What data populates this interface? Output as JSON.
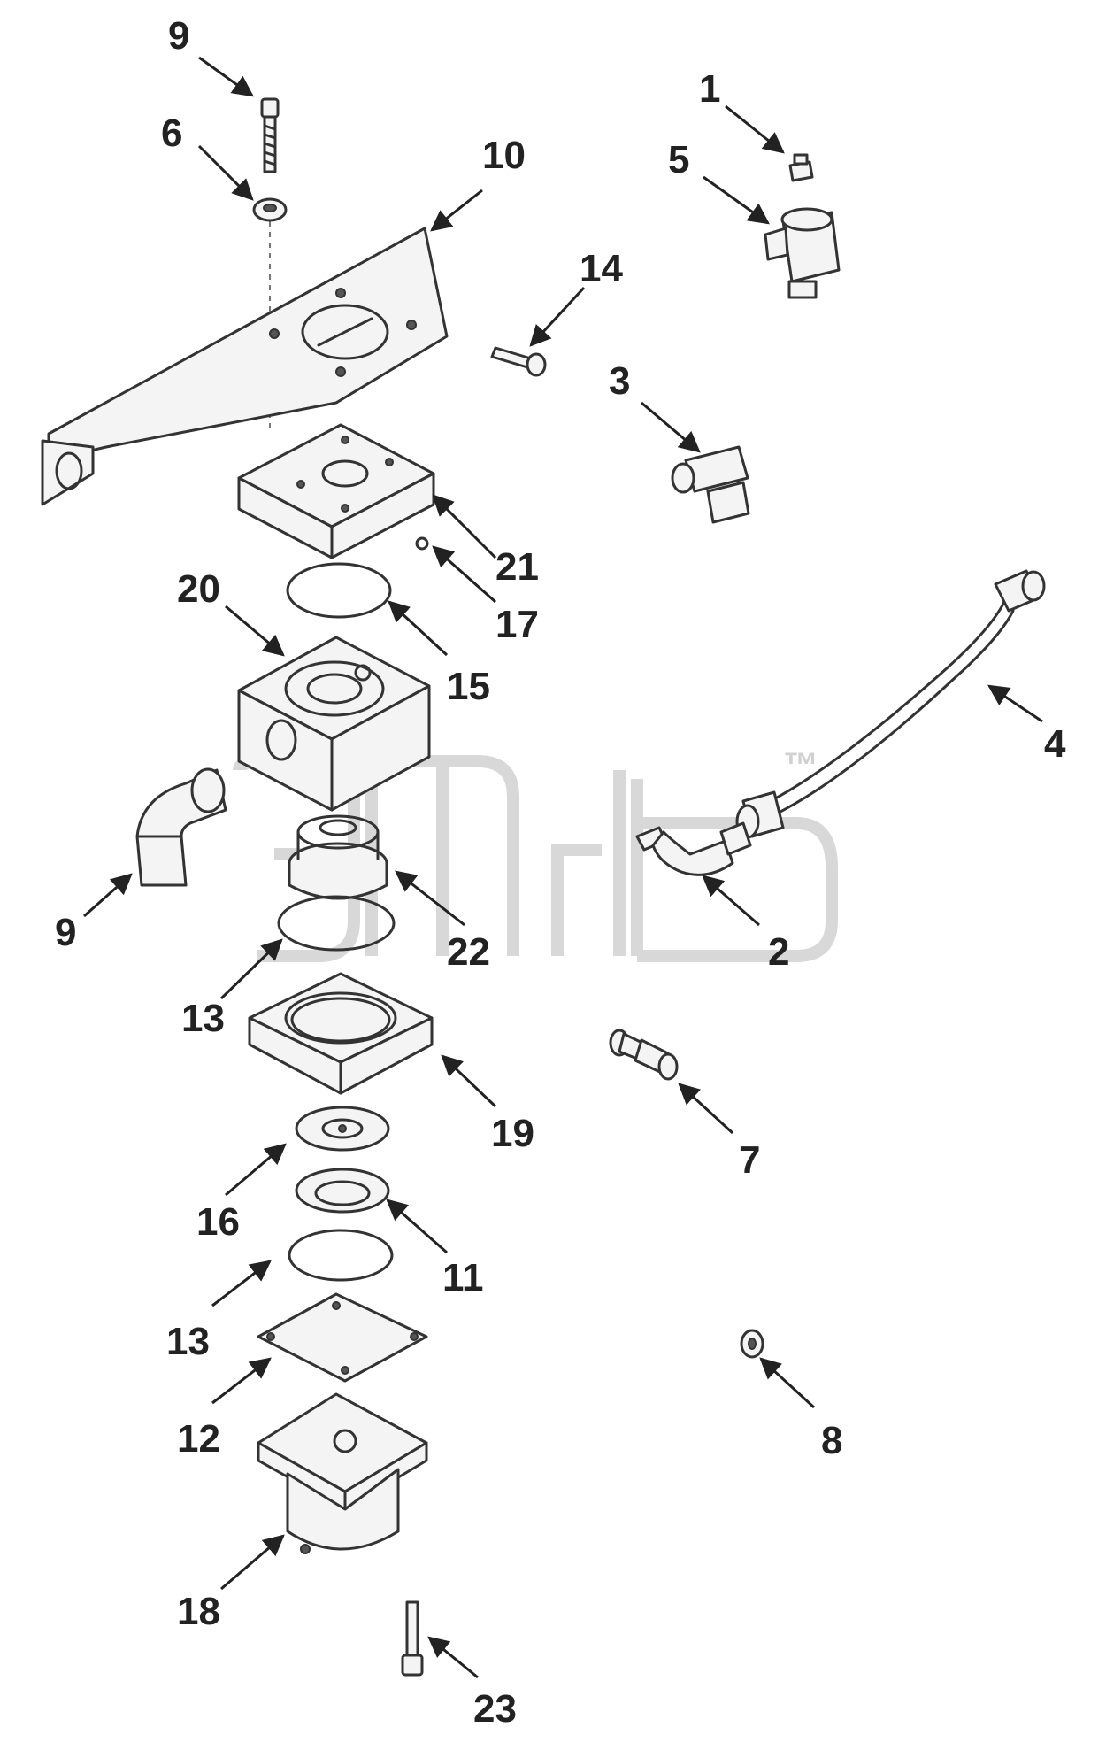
{
  "watermark": {
    "trademark": "™"
  },
  "callouts": [
    {
      "id": "c9a",
      "label": "9"
    },
    {
      "id": "c6",
      "label": "6"
    },
    {
      "id": "c10",
      "label": "10"
    },
    {
      "id": "c1",
      "label": "1"
    },
    {
      "id": "c5",
      "label": "5"
    },
    {
      "id": "c14",
      "label": "14"
    },
    {
      "id": "c3",
      "label": "3"
    },
    {
      "id": "c21",
      "label": "21"
    },
    {
      "id": "c17",
      "label": "17"
    },
    {
      "id": "c20",
      "label": "20"
    },
    {
      "id": "c15",
      "label": "15"
    },
    {
      "id": "c4",
      "label": "4"
    },
    {
      "id": "c9b",
      "label": "9"
    },
    {
      "id": "c22",
      "label": "22"
    },
    {
      "id": "c2",
      "label": "2"
    },
    {
      "id": "c13a",
      "label": "13"
    },
    {
      "id": "c19",
      "label": "19"
    },
    {
      "id": "c7",
      "label": "7"
    },
    {
      "id": "c16",
      "label": "16"
    },
    {
      "id": "c11",
      "label": "11"
    },
    {
      "id": "c13b",
      "label": "13"
    },
    {
      "id": "c12",
      "label": "12"
    },
    {
      "id": "c8",
      "label": "8"
    },
    {
      "id": "c18",
      "label": "18"
    },
    {
      "id": "c23",
      "label": "23"
    }
  ]
}
